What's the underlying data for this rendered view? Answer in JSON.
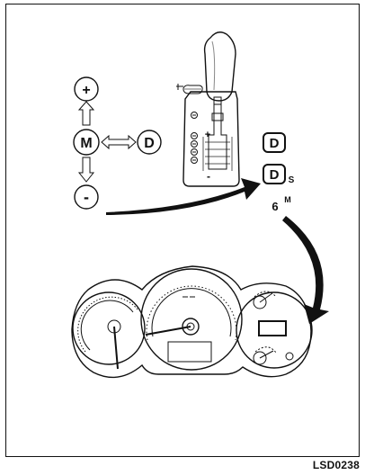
{
  "figure_code": "LSD0238",
  "mode_diagram": {
    "plus_symbol": "+",
    "manual_symbol": "M",
    "drive_symbol": "D",
    "minus_symbol": "-"
  },
  "gear_panel": {
    "plus_mark": "+",
    "minus_mark": "-"
  },
  "indicator_list": {
    "drive": "D",
    "sport_suffix": "S",
    "gear_number": "6",
    "manual_suffix": "M"
  }
}
